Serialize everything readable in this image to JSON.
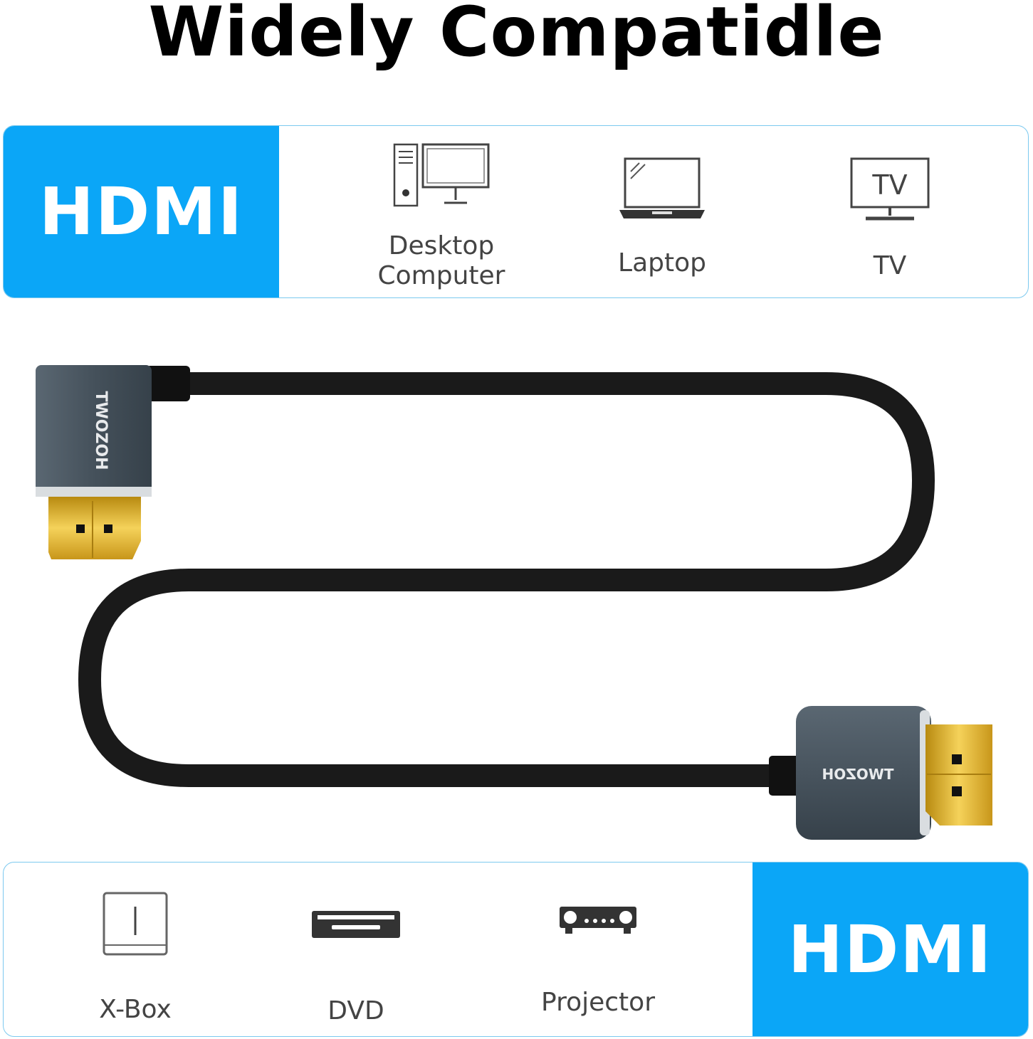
{
  "title": "Widely Compatidle",
  "top_panel": {
    "badge": "HDMI",
    "devices": [
      {
        "icon": "desktop-computer-icon",
        "label_line1": "Desktop",
        "label_line2": "Computer"
      },
      {
        "icon": "laptop-icon",
        "label": "Laptop"
      },
      {
        "icon": "tv-icon",
        "label": "TV",
        "icon_text": "TV"
      }
    ]
  },
  "cable": {
    "brand_left": "TWOZOH",
    "brand_right": "TWOZOH"
  },
  "bottom_panel": {
    "badge": "HDMI",
    "devices": [
      {
        "icon": "xbox-icon",
        "label": "X-Box"
      },
      {
        "icon": "dvd-player-icon",
        "label": "DVD"
      },
      {
        "icon": "projector-icon",
        "label": "Projector"
      }
    ]
  },
  "colors": {
    "badge_blue": "#0ba6f7",
    "panel_border": "#7cc9ef",
    "cable_black": "#1a1a1a",
    "connector_gray": "#4a5560",
    "gold": "#e8b820"
  }
}
